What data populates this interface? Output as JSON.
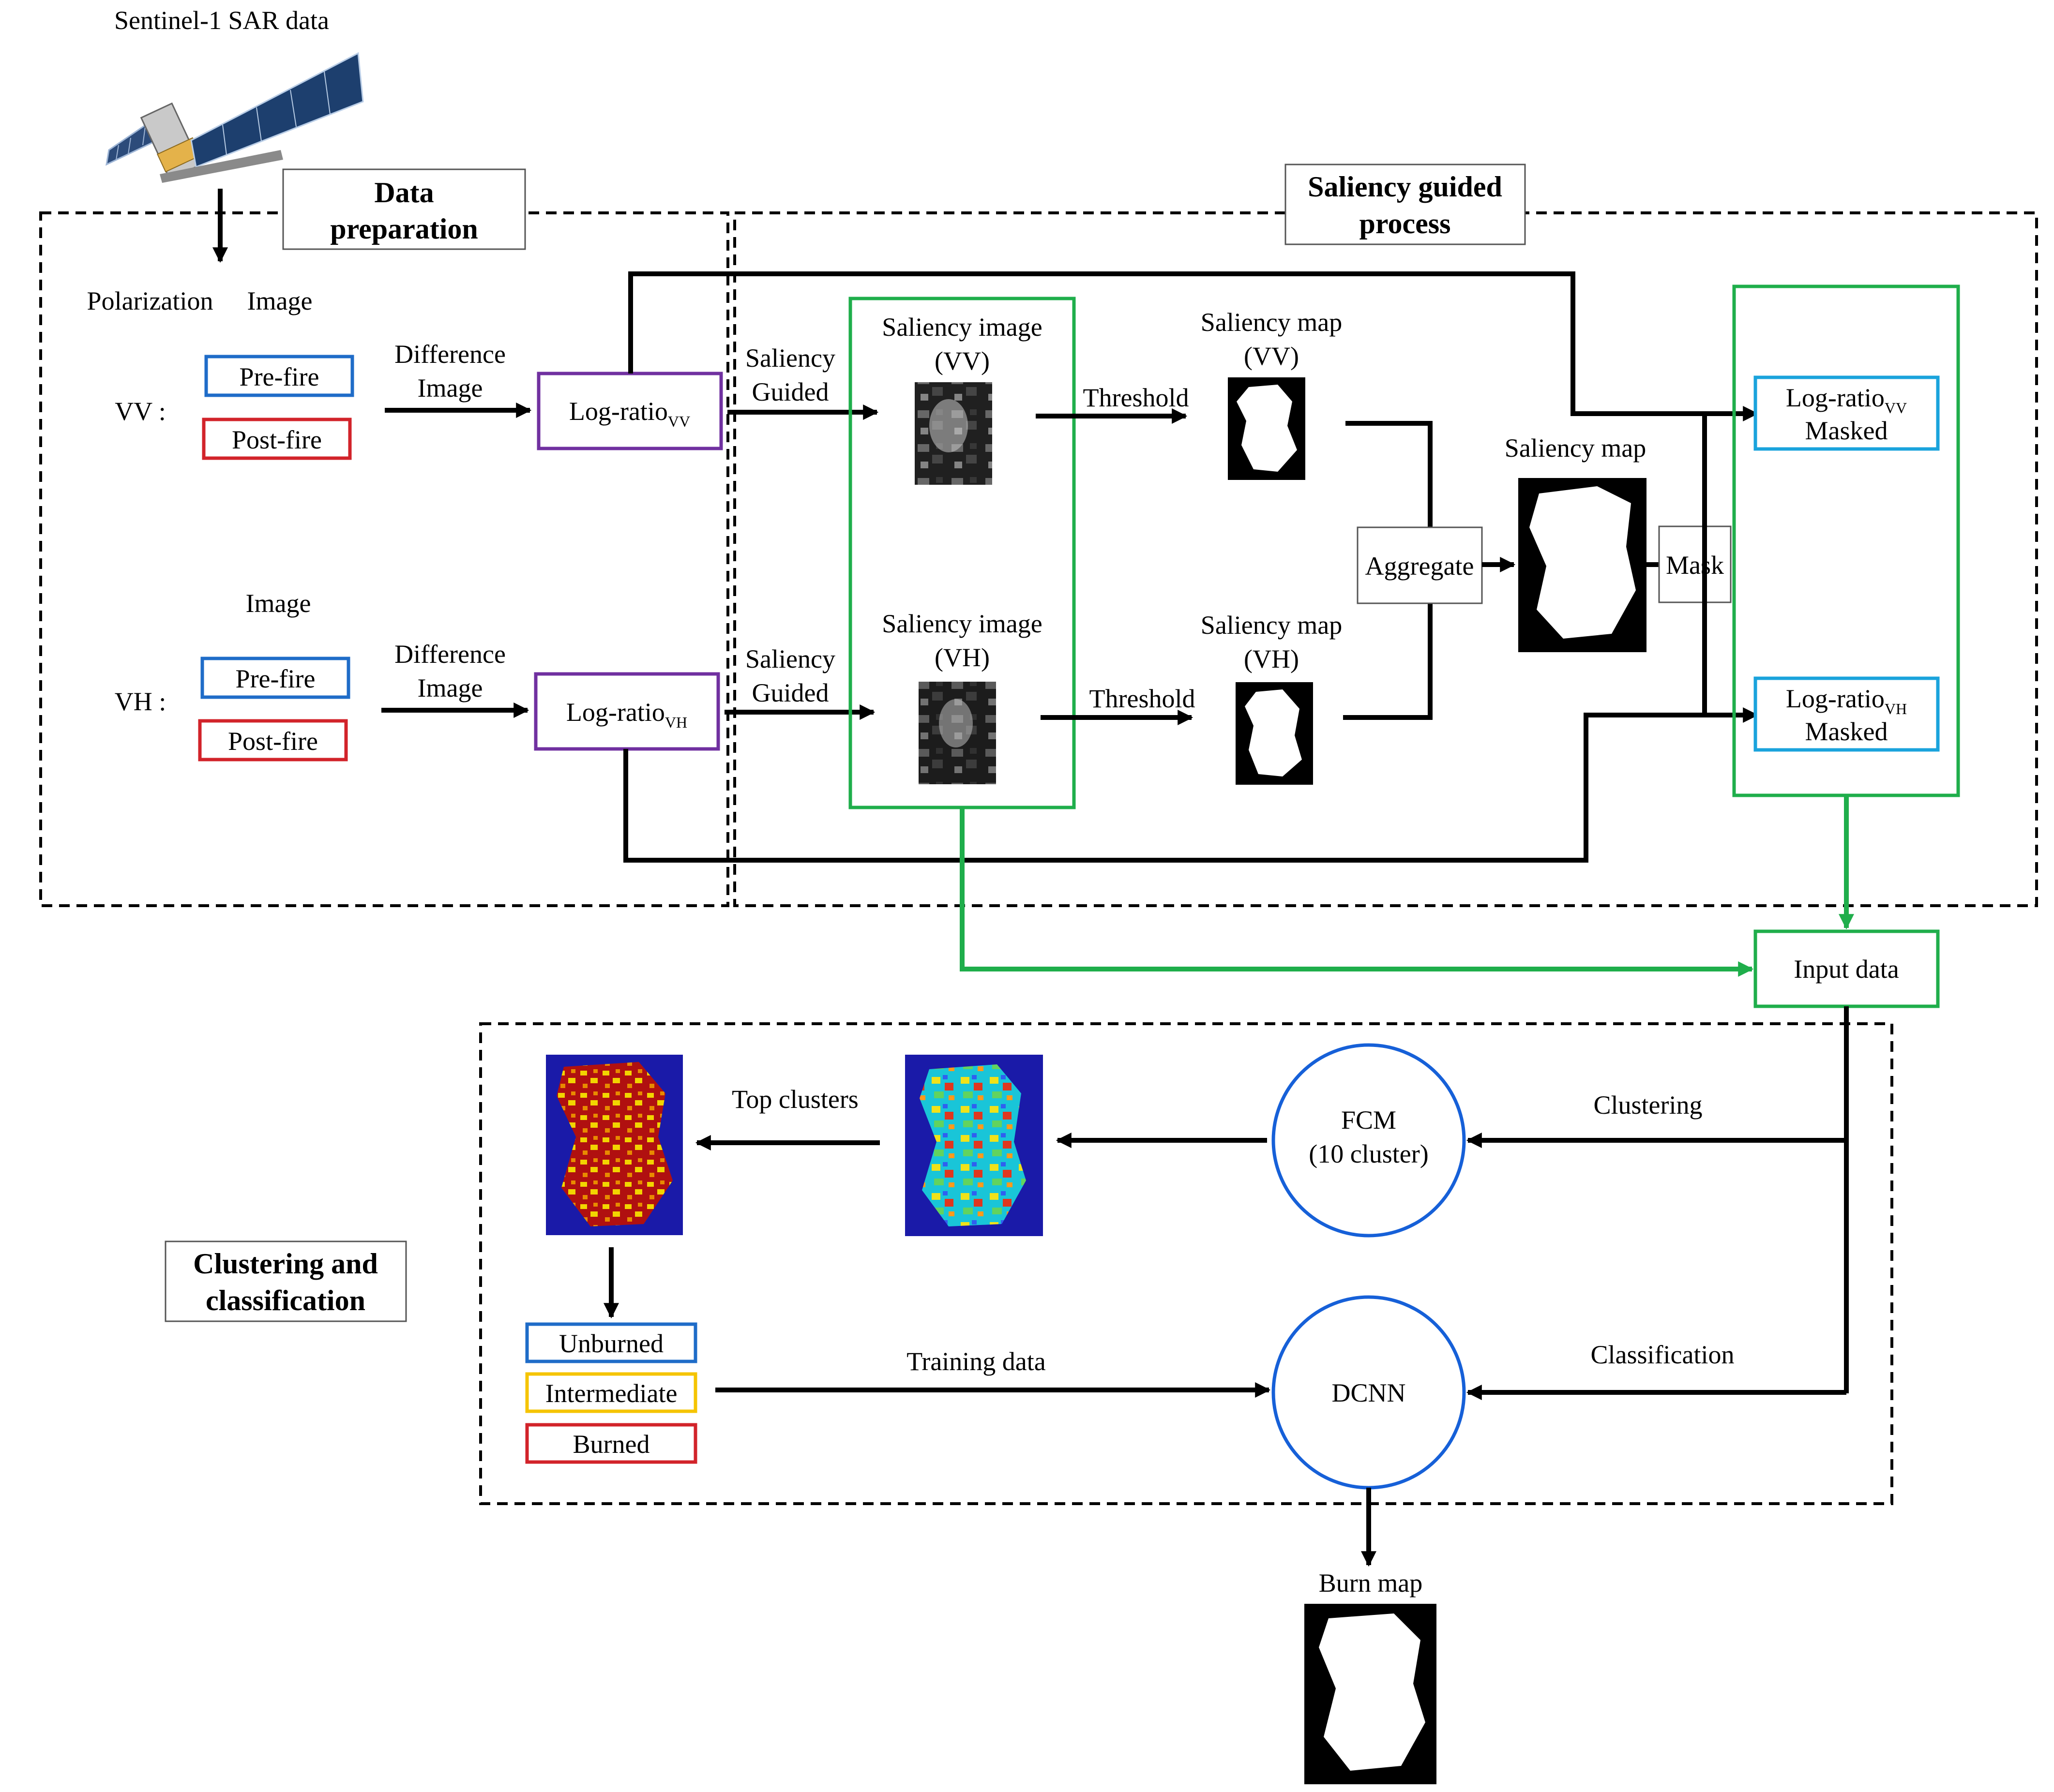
{
  "source": {
    "title": "Sentinel-1  SAR data"
  },
  "sections": {
    "data_preparation": [
      "Data",
      "preparation"
    ],
    "saliency_process": [
      "Saliency guided",
      "process"
    ],
    "clustering": [
      "Clustering and",
      "classification"
    ]
  },
  "prep": {
    "polarization_header": "Polarization",
    "image_header": "Image",
    "image_header_vh": "Image",
    "vv_label": "VV :",
    "vh_label": "VH :",
    "pre_fire": "Pre-fire",
    "post_fire": "Post-fire",
    "difference_image": [
      "Difference",
      "Image"
    ],
    "log_ratio_base": "Log-ratio",
    "sub_vv": "VV",
    "sub_vh": "VH"
  },
  "saliency": {
    "guided": [
      "Saliency",
      "Guided"
    ],
    "saliency_image_vv": [
      "Saliency image",
      "(VV)"
    ],
    "saliency_image_vh": [
      "Saliency image",
      "(VH)"
    ],
    "threshold": "Threshold",
    "saliency_map_vv": [
      "Saliency map",
      "(VV)"
    ],
    "saliency_map_vh": [
      "Saliency map",
      "(VH)"
    ],
    "aggregate": "Aggregate",
    "saliency_map": "Saliency map",
    "mask": "Mask",
    "masked": "Masked"
  },
  "input_data": "Input data",
  "clustering": {
    "clustering_label": "Clustering",
    "classification_label": "Classification",
    "fcm": [
      "FCM",
      "(10 cluster)"
    ],
    "dcnn": "DCNN",
    "top_clusters": "Top clusters",
    "training_data": "Training data",
    "classes": [
      "Unburned",
      "Intermediate",
      "Burned"
    ]
  },
  "burn_map": "Burn map",
  "colors": {
    "green": "#1fae4b",
    "purple": "#7030a0",
    "cyan": "#1aa3dc",
    "blue": "#1f6cc8",
    "red": "#d2232a",
    "yellow": "#f5c400",
    "circle": "#1660d8"
  }
}
